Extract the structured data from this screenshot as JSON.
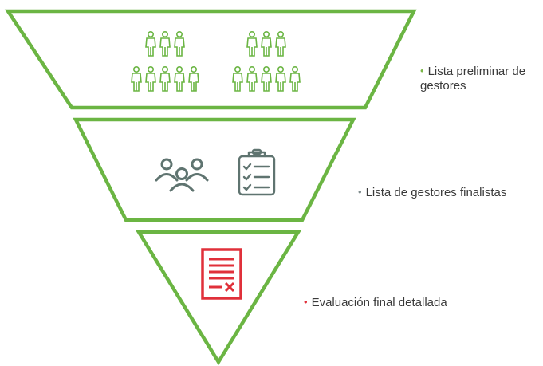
{
  "stages": [
    {
      "label": "Lista preliminar de gestores",
      "bullet": "•",
      "bullet_color": "#7ab648",
      "icon": "people-group-icon"
    },
    {
      "label": "Lista de gestores finalistas",
      "bullet": "•",
      "bullet_color": "#7f8c8d",
      "icon": "team-and-clipboard-icon"
    },
    {
      "label": "Evaluación final detallada",
      "bullet": "•",
      "bullet_color": "#e0303a",
      "icon": "rejected-document-icon"
    }
  ],
  "colors": {
    "outline": "#6bb543",
    "people": "#6bb543",
    "team": "#5f7470",
    "document": "#e0303a"
  }
}
